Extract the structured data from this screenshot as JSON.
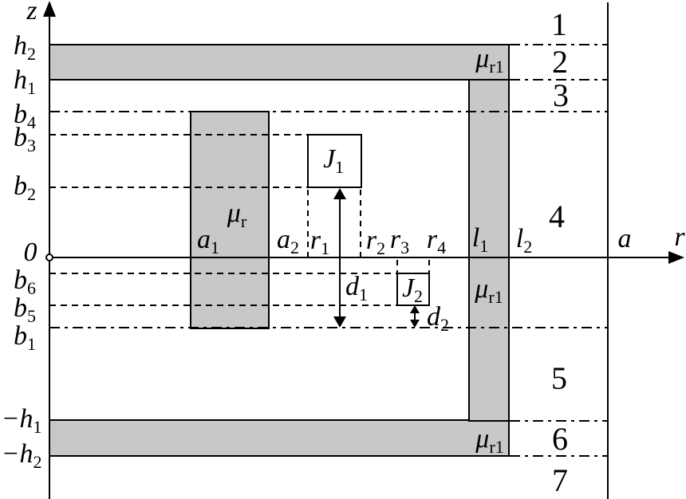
{
  "colors": {
    "shaded_region_fill": "#c8c8c8",
    "line_color": "#000000",
    "background": "#ffffff"
  },
  "labels": {
    "z_axis": {
      "base": "z"
    },
    "r_axis": {
      "base": "r"
    },
    "origin": {
      "base": "0"
    },
    "h2": {
      "base": "h",
      "sub": "2"
    },
    "h1": {
      "base": "h",
      "sub": "1"
    },
    "b4": {
      "base": "b",
      "sub": "4"
    },
    "b3": {
      "base": "b",
      "sub": "3"
    },
    "b2": {
      "base": "b",
      "sub": "2"
    },
    "b6": {
      "base": "b",
      "sub": "6"
    },
    "b5": {
      "base": "b",
      "sub": "5"
    },
    "b1": {
      "base": "b",
      "sub": "1"
    },
    "neg_h1": {
      "base": "−h",
      "sub": "1"
    },
    "neg_h2": {
      "base": "−h",
      "sub": "2"
    },
    "a1": {
      "base": "a",
      "sub": "1"
    },
    "a2": {
      "base": "a",
      "sub": "2"
    },
    "r1": {
      "base": "r",
      "sub": "1"
    },
    "r2": {
      "base": "r",
      "sub": "2"
    },
    "r3": {
      "base": "r",
      "sub": "3"
    },
    "r4": {
      "base": "r",
      "sub": "4"
    },
    "l1": {
      "base": "l",
      "sub": "1"
    },
    "l2": {
      "base": "l",
      "sub": "2"
    },
    "a": {
      "base": "a"
    },
    "mu_r": {
      "base": "μ",
      "sub": "r"
    },
    "mu_r1_top": {
      "base": "μ",
      "sub": "r1"
    },
    "mu_r1_mid": {
      "base": "μ",
      "sub": "r1"
    },
    "mu_r1_bottom": {
      "base": "μ",
      "sub": "r1"
    },
    "J1": {
      "base": "J",
      "sub": "1"
    },
    "J2": {
      "base": "J",
      "sub": "2"
    },
    "d1": {
      "base": "d",
      "sub": "1"
    },
    "d2": {
      "base": "d",
      "sub": "2"
    }
  },
  "regions": [
    "1",
    "2",
    "3",
    "4",
    "5",
    "6",
    "7"
  ]
}
